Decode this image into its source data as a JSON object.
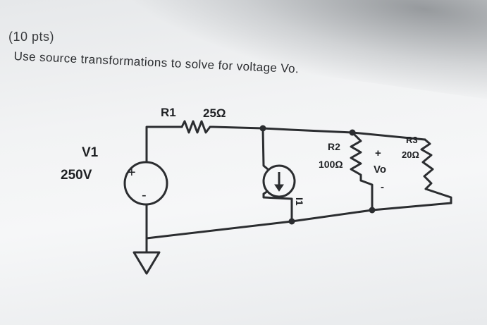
{
  "problem": {
    "points": "(10 pts)",
    "instruction": "Use source transformations to solve for voltage Vo."
  },
  "circuit": {
    "v1": {
      "name": "V1",
      "value": "250V",
      "plus": "+",
      "minus": "-"
    },
    "r1": {
      "name": "R1",
      "value": "25Ω"
    },
    "i1": {
      "name": "I1"
    },
    "r2": {
      "name": "R2",
      "value": "100Ω"
    },
    "vo": {
      "plus": "+",
      "name": "Vo",
      "minus": "-"
    },
    "r3": {
      "name": "R3",
      "value": "20Ω"
    }
  }
}
